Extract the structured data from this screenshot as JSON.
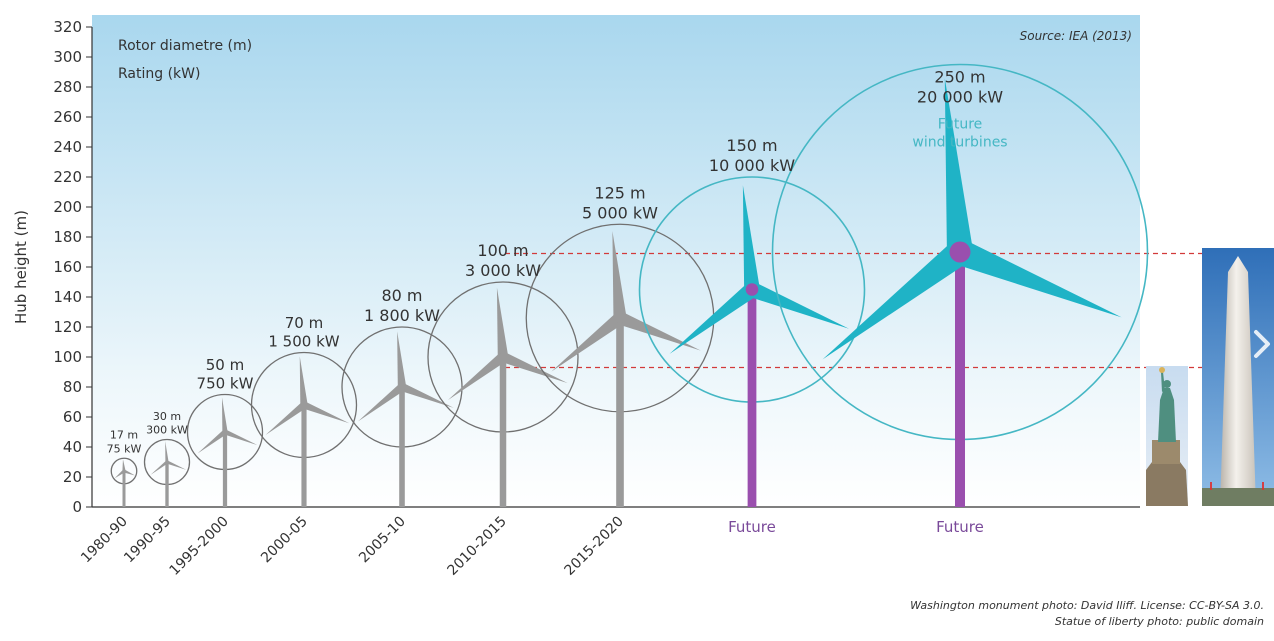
{
  "chart_data": {
    "type": "scatter",
    "title": "",
    "xlabel": "",
    "ylabel": "Hub height (m)",
    "ylim": [
      0,
      320
    ],
    "ytick_step": 20,
    "legend": {
      "diameter_label": "Rotor diametre (m)",
      "rating_label": "Rating (kW)",
      "placement": "top-left"
    },
    "source": "Source: IEA (2013)",
    "categories": [
      "1980-90",
      "1990-95",
      "1995-2000",
      "2000-05",
      "2005-10",
      "2010-2015",
      "2015-2020",
      "Future",
      "Future"
    ],
    "turbines": [
      {
        "period": "1980-90",
        "hub_height": 24,
        "rotor_diameter": 17,
        "diameter_label": "17 m",
        "rating_label": "75 kW",
        "future": false
      },
      {
        "period": "1990-95",
        "hub_height": 30,
        "rotor_diameter": 30,
        "diameter_label": "30 m",
        "rating_label": "300 kW",
        "future": false
      },
      {
        "period": "1995-2000",
        "hub_height": 50,
        "rotor_diameter": 50,
        "diameter_label": "50 m",
        "rating_label": "750 kW",
        "future": false
      },
      {
        "period": "2000-05",
        "hub_height": 68,
        "rotor_diameter": 70,
        "diameter_label": "70 m",
        "rating_label": "1 500 kW",
        "future": false
      },
      {
        "period": "2005-10",
        "hub_height": 80,
        "rotor_diameter": 80,
        "diameter_label": "80 m",
        "rating_label": "1 800 kW",
        "future": false
      },
      {
        "period": "2010-2015",
        "hub_height": 100,
        "rotor_diameter": 100,
        "diameter_label": "100 m",
        "rating_label": "3 000 kW",
        "future": false
      },
      {
        "period": "2015-2020",
        "hub_height": 126,
        "rotor_diameter": 125,
        "diameter_label": "125 m",
        "rating_label": "5 000 kW",
        "future": false
      },
      {
        "period": "Future",
        "hub_height": 145,
        "rotor_diameter": 150,
        "diameter_label": "150 m",
        "rating_label": "10 000 kW",
        "future": true
      },
      {
        "period": "Future",
        "hub_height": 170,
        "rotor_diameter": 250,
        "diameter_label": "250 m",
        "rating_label": "20 000 kW",
        "caption": "Future wind turbines",
        "future": true
      }
    ],
    "reference_lines": [
      {
        "height": 169,
        "ref": "Washington monument"
      },
      {
        "height": 93,
        "ref": "Statue of liberty"
      }
    ],
    "grid": false
  },
  "credits": {
    "monument": "Washington monument photo: David Iliff. License: CC-BY-SA 3.0.",
    "liberty": "Statue of liberty photo: public domain"
  },
  "colors": {
    "sky_top": "#a9d7ee",
    "sky_bottom": "#ffffff",
    "turbine_gray": "#9a9a9a",
    "future_blade": "#1fb3c6",
    "future_tower": "#9a4fae",
    "circle_gray": "#707070",
    "circle_future": "#45b7c4",
    "ref_line": "#d23a3a",
    "axis": "#333333",
    "label": "#333333",
    "future_label": "#7a4a9a"
  },
  "icons": {
    "next": "chevron-right-icon",
    "statue": "statue-of-liberty-photo",
    "monument": "washington-monument-photo"
  }
}
